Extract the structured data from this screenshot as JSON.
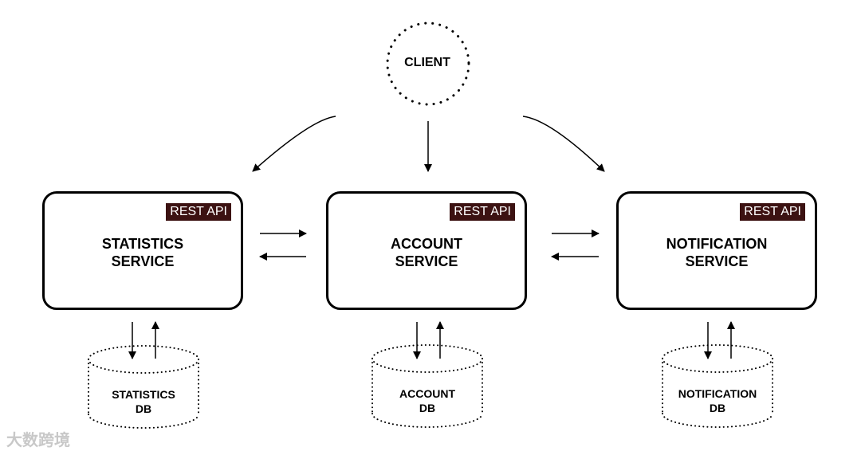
{
  "client": {
    "label": "CLIENT"
  },
  "services": [
    {
      "name": "STATISTICS\nSERVICE",
      "api": "REST API"
    },
    {
      "name": "ACCOUNT\nSERVICE",
      "api": "REST API"
    },
    {
      "name": "NOTIFICATION\nSERVICE",
      "api": "REST API"
    }
  ],
  "databases": [
    {
      "label": "STATISTICS\nDB"
    },
    {
      "label": "ACCOUNT\nDB"
    },
    {
      "label": "NOTIFICATION\nDB"
    }
  ],
  "watermark": {
    "text": "大数跨境"
  },
  "colors": {
    "badge": "#3c1212",
    "line": "#000000"
  }
}
